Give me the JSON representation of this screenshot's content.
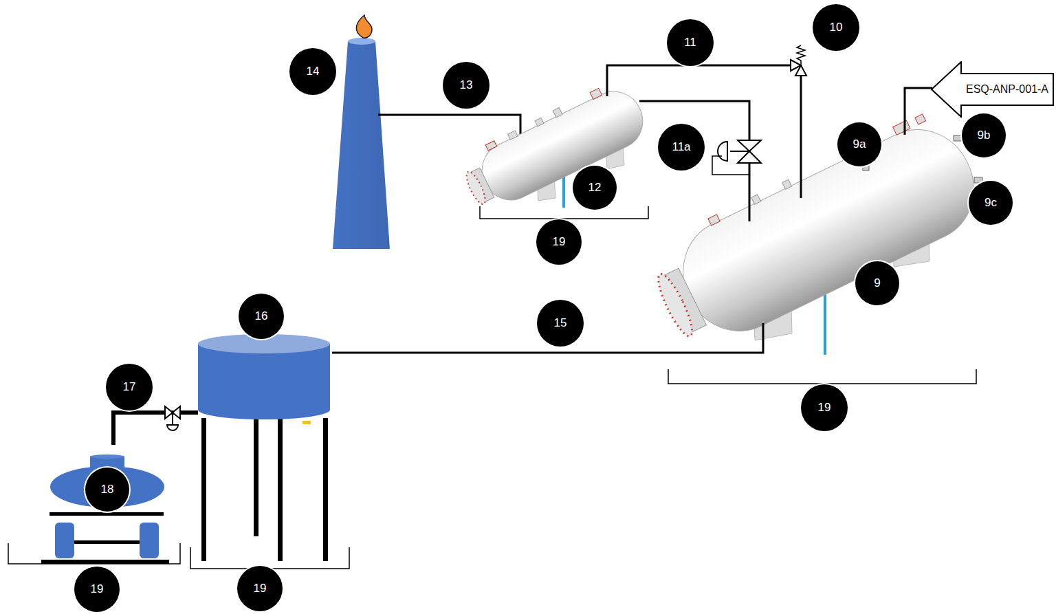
{
  "diagram": {
    "nodes": [
      {
        "text": [
          "ESQ-ANP-001-A"
        ]
      }
    ],
    "labels": [
      "10",
      "11",
      "14",
      "13",
      "9b",
      "9a",
      "11a",
      "12",
      "9c",
      "19",
      "9",
      "16",
      "15",
      "17",
      "19",
      "18",
      "19",
      "19"
    ]
  }
}
